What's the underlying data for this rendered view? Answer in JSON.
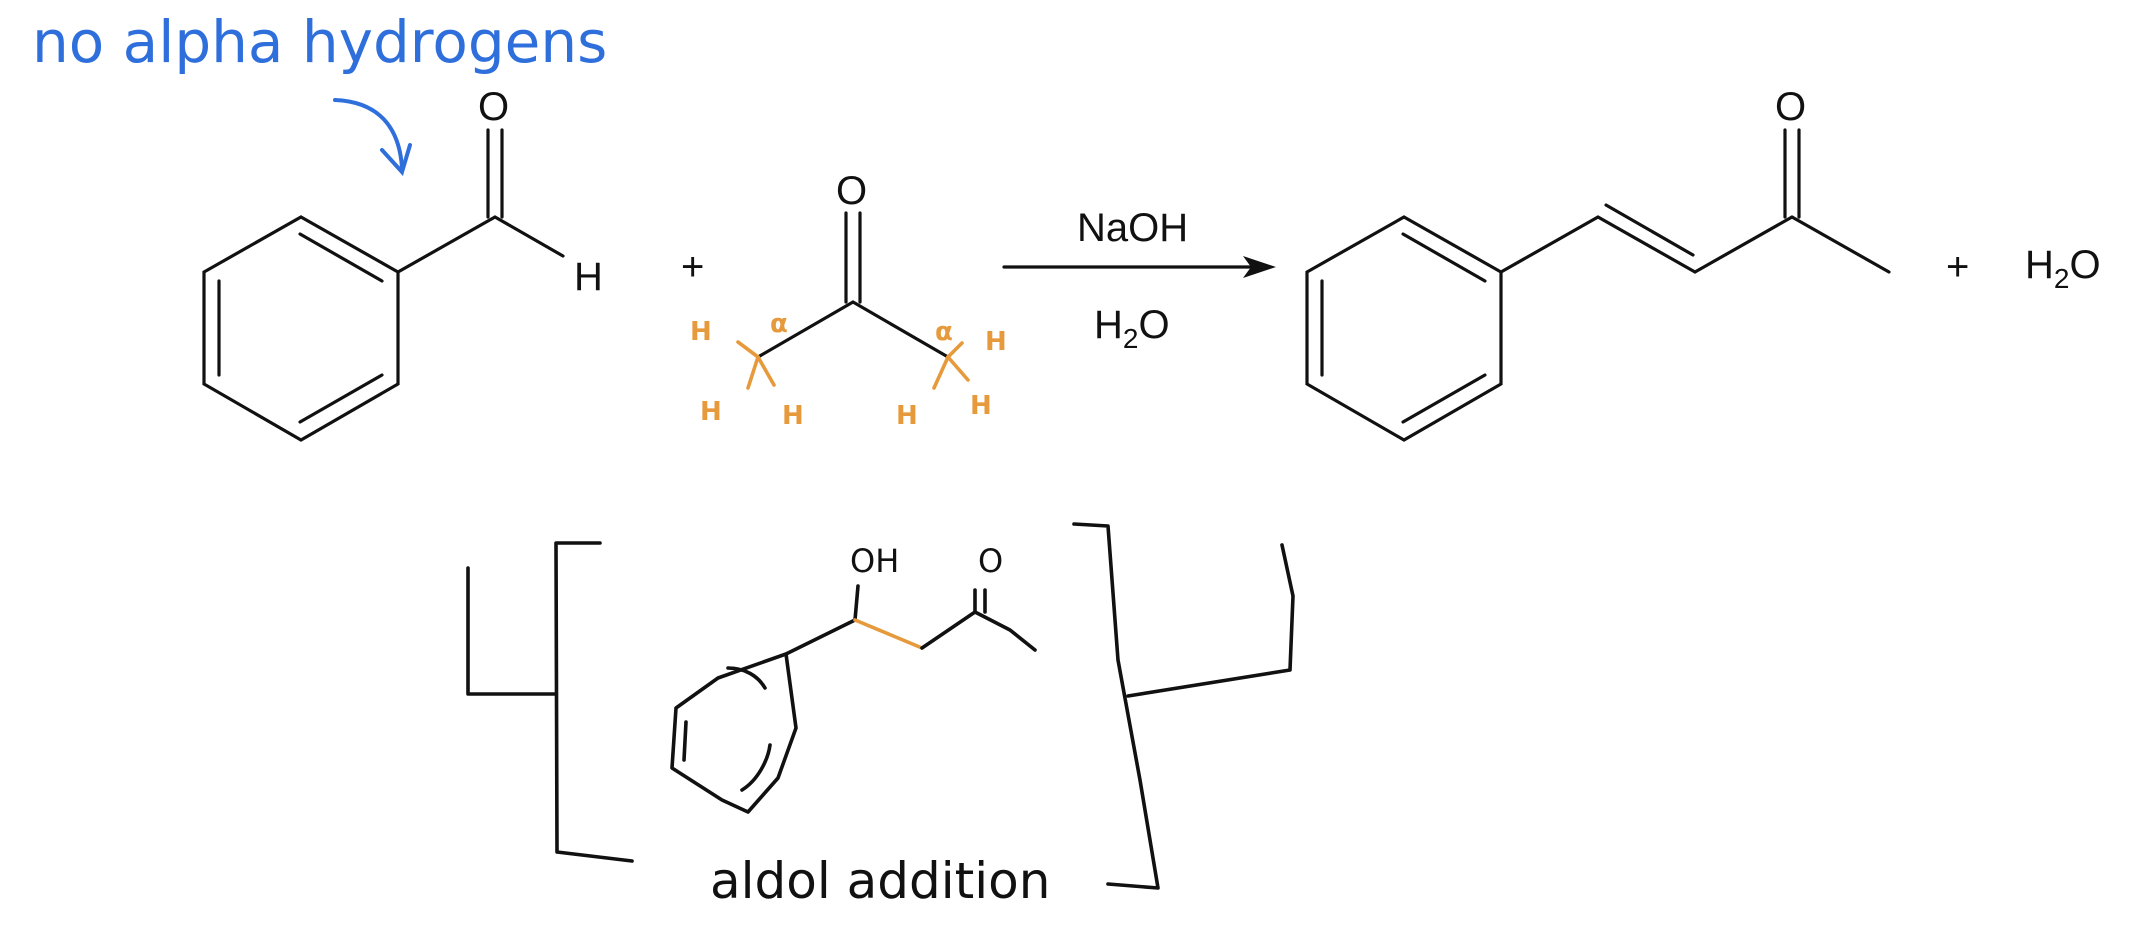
{
  "annotation": {
    "no_alpha": "no alpha hydrogens",
    "aldol": "aldol addition",
    "color_blue": "#2f6fdc",
    "color_orange": "#e69a3c"
  },
  "reaction": {
    "plus": "+",
    "reagent_top": "NaOH",
    "reagent_bottom_main": "H",
    "reagent_bottom_sub": "2",
    "reagent_bottom_tail": "O"
  },
  "atoms": {
    "benzaldehyde_O": "O",
    "benzaldehyde_H": "H",
    "acetone_O": "O",
    "product_O": "O",
    "water_main": "H",
    "water_sub": "2",
    "water_tail": "O"
  },
  "alpha": {
    "h_label": "H",
    "alpha_mark": "α"
  },
  "intermediate": {
    "oh": "OH",
    "o": "O"
  }
}
